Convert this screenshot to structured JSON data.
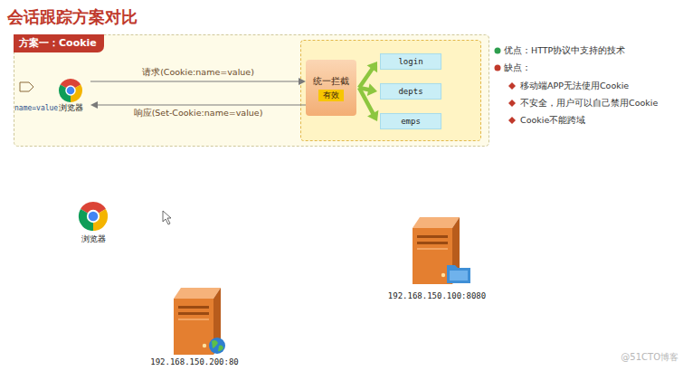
{
  "diagram": {
    "title": "会话跟踪方案对比",
    "nodes": [
      {
        "text": [
          "方案一：Cookie"
        ]
      },
      {
        "text": [
          "name=value",
          "浏览器"
        ],
        "in": 0
      },
      {
        "text": [
          "统一拦截",
          "有效"
        ],
        "in": 0
      },
      {
        "text": [
          "login"
        ],
        "in": 0
      },
      {
        "text": [
          "depts"
        ],
        "in": 0
      },
      {
        "text": [
          "emps"
        ],
        "in": 0
      },
      {
        "text": [
          "浏览器"
        ]
      },
      {
        "text": [
          "192.168.150.100:8080"
        ]
      },
      {
        "text": [
          "192.168.150.200:80"
        ]
      }
    ],
    "edges": [
      {
        "from": 1,
        "to": 2,
        "arrow": "to",
        "label": "请求(Cookie:name=value)"
      },
      {
        "from": 2,
        "to": 1,
        "arrow": "to",
        "label": "响应(Set-Cookie:name=value)"
      },
      {
        "from": 2,
        "to": 3,
        "arrow": "to"
      },
      {
        "from": 2,
        "to": 4,
        "arrow": "to"
      },
      {
        "from": 2,
        "to": 5,
        "arrow": "to"
      }
    ],
    "labels": [
      "优点：HTTP协议中支持的技术",
      "缺点：",
      "移动端APP无法使用Cookie",
      "不安全，用户可以自己禁用Cookie",
      "Cookie不能跨域",
      "@51CTO博客"
    ]
  }
}
